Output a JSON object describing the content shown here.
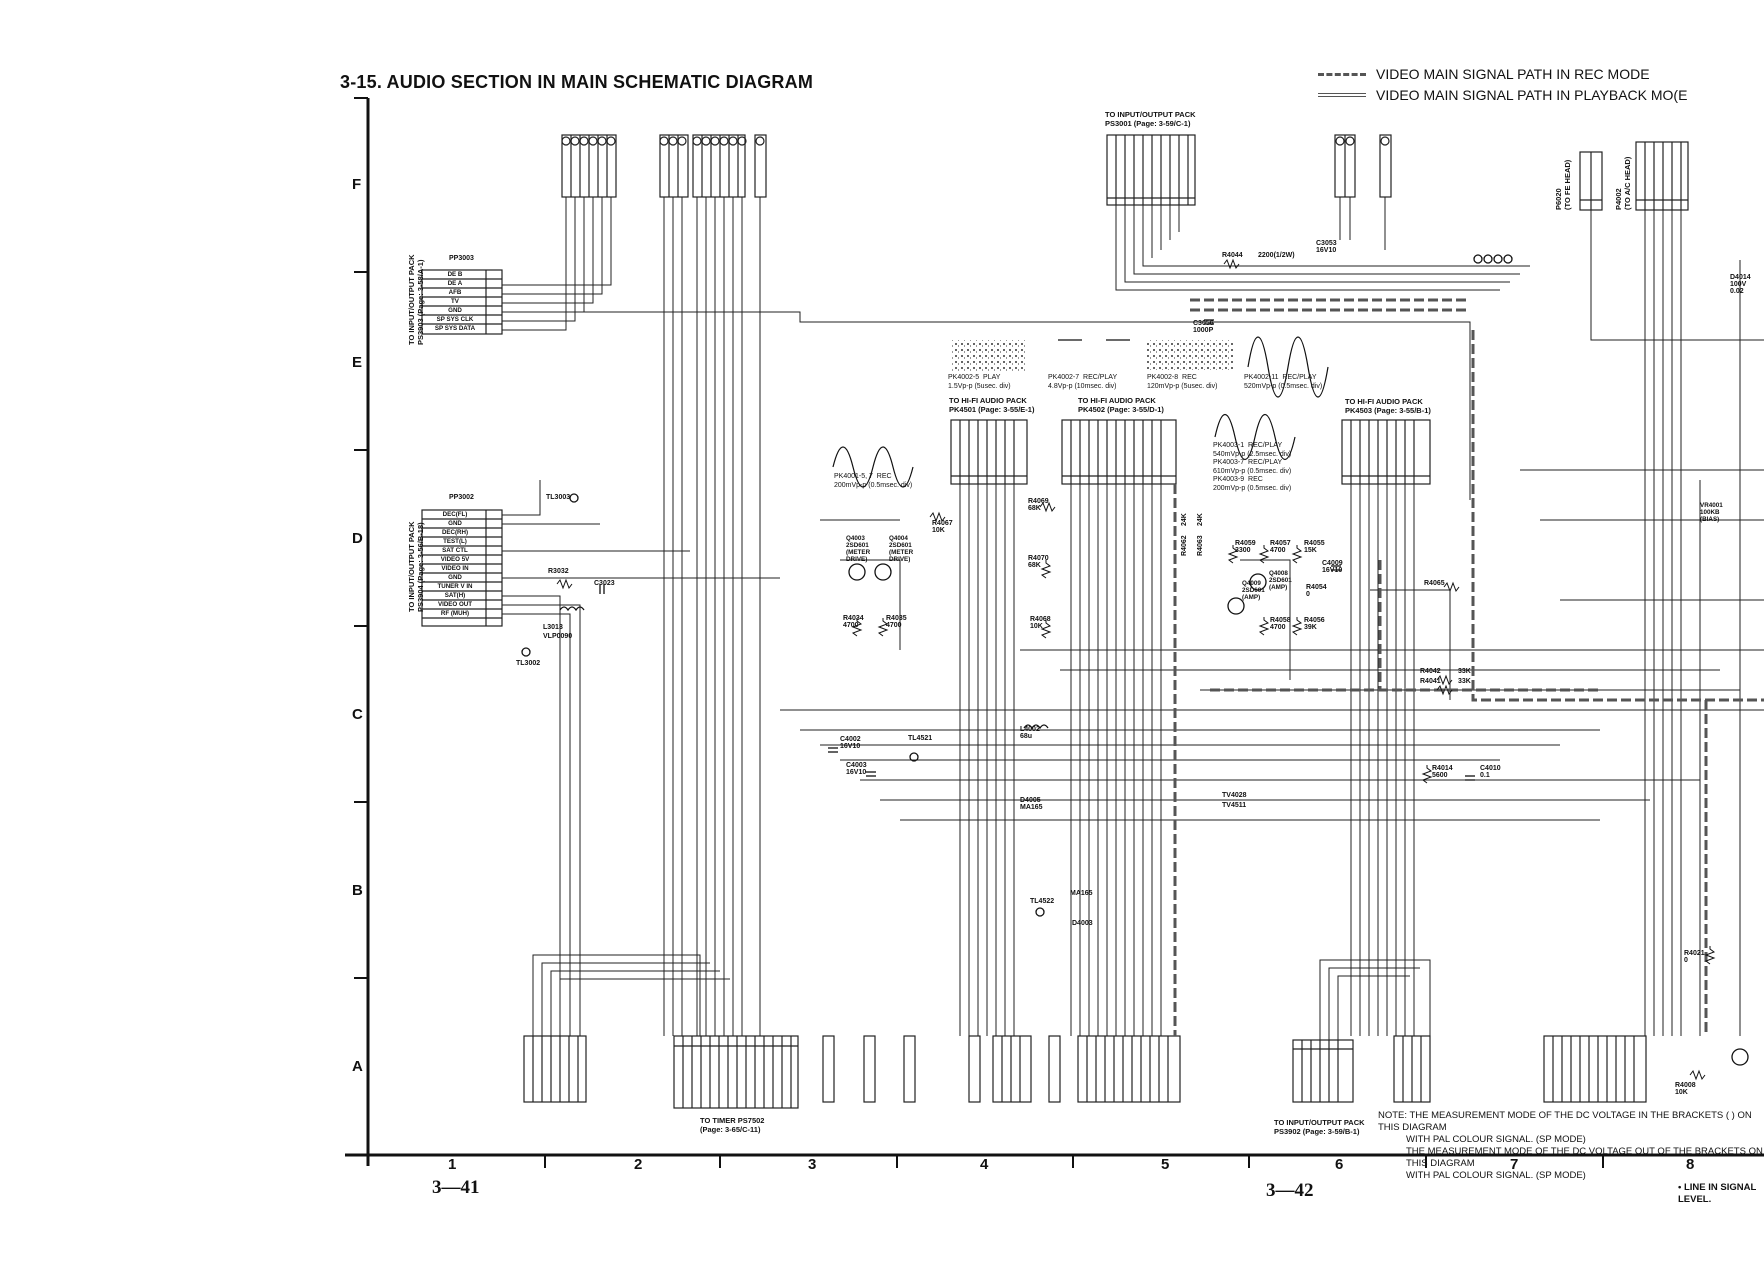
{
  "title": "3-15. AUDIO SECTION IN MAIN SCHEMATIC DIAGRAM",
  "legend": {
    "rec": "VIDEO MAIN SIGNAL PATH IN REC MODE",
    "playback": "VIDEO MAIN SIGNAL PATH IN PLAYBACK MO(E"
  },
  "row_labels": [
    "F",
    "E",
    "D",
    "C",
    "B",
    "A"
  ],
  "column_labels": [
    "1",
    "2",
    "3",
    "4",
    "5",
    "6",
    "7",
    "8"
  ],
  "page_numbers": {
    "left": "3—41",
    "right": "3—42"
  },
  "note": {
    "line1": "NOTE:  THE MEASUREMENT MODE OF THE DC VOLTAGE IN THE BRACKETS (        ) ON THIS DIAGRAM",
    "line2": "WITH PAL COLOUR SIGNAL. (SP MODE)",
    "line3": "THE MEASUREMENT MODE OF THE DC VOLTAGE OUT OF THE BRACKETS ON THIS DIAGRAM",
    "line4": "WITH PAL COLOUR SIGNAL. (SP MODE)",
    "line5": "• LINE IN SIGNAL LEVEL."
  },
  "packs": {
    "pp3003": {
      "label": "TO INPUT/OUTPUT PACK",
      "page": "PS3903 (Page: 3-58/A-1)",
      "name": "PP3003",
      "pins": [
        "DE B",
        "DE A",
        "AFB",
        "TV",
        "GND",
        "SP SYS CLK",
        "SP SYS DATA"
      ]
    },
    "pp3002": {
      "label": "TO INPUT/OUTPUT PACK",
      "page": "PS3904 (Page: 3-56/B-18)",
      "name": "PP3002",
      "pins": [
        "DEC(FL)",
        "GND",
        "DEC(RH)",
        "TEST(L)",
        "SAT CTL",
        "VIDEO 5V",
        "",
        "VIDEO IN",
        "GND",
        "TUNER V IN",
        "SAT(H)",
        "VIDEO OUT",
        "RF (MUH)"
      ]
    },
    "ps3001": {
      "label": "TO INPUT/OUTPUT PACK",
      "page": "PS3001 (Page: 3-59/C-1)"
    },
    "pk4501": {
      "label": "TO HI-FI AUDIO PACK",
      "page": "PK4501 (Page: 3-55/E-1)"
    },
    "pk4502": {
      "label": "TO HI-FI AUDIO PACK",
      "page": "PK4502 (Page: 3-55/D-1)"
    },
    "pk4503": {
      "label": "TO HI-FI AUDIO PACK",
      "page": "PK4503 (Page: 3-55/B-1)"
    },
    "ps7502": {
      "label": "TO TIMER PS7502",
      "page": "(Page: 3-65/C-11)"
    },
    "ps3902": {
      "label": "TO INPUT/OUTPUT PACK",
      "page": "PS3902 (Page: 3-59/B-1)"
    },
    "fe_head": {
      "label": "(TO FE HEAD)",
      "name": "P6020"
    },
    "ac_head": {
      "label": "(TO A/C HEAD)",
      "name": "P4002"
    }
  },
  "waveforms": {
    "w1": {
      "caption": "PK4002-5  PLAY\n1.5Vp-p (5usec. div)"
    },
    "w2": {
      "caption": "PK4002-7  REC/PLAY\n4.8Vp-p (10msec. div)"
    },
    "w3": {
      "caption": "PK4002-8  REC\n120mVp-p (5usec. div)"
    },
    "w4": {
      "caption": "PK4002-11  REC/PLAY\n520mVp-p (0.5msec. div)"
    },
    "w5": {
      "caption": "PK4001-5, 7  REC\n200mVp-p (0.5msec. div)"
    },
    "w6": {
      "caption": "PK4003-1  REC/PLAY\n540mVp-p (2.5msec. div)\nPK4003-7  REC/PLAY\n610mVp-p (0.5msec. div)\nPK4003-9  REC\n200mVp-p (0.5msec. div)"
    }
  },
  "components": {
    "tl3003": "TL3003",
    "tl3002": "TL3002",
    "l3013": "L3013",
    "l3013_val": "VLP0090",
    "r3032": "R3032",
    "c3023": "C3023",
    "q4003": "Q4003\n2SD601\n(METER\nDRIVE)",
    "q4004": "Q4004\n2SD601\n(METER\nDRIVE)",
    "r4034": "R4034\n4700",
    "r4035": "R4035\n4700",
    "r4067": "R4067\n10K",
    "r4069": "R4069\n68K",
    "r4070": "R4070\n68K",
    "r4068": "R4068\n10K",
    "r4059": "R4059\n3300",
    "r4057": "R4057\n4700",
    "r4055": "R4055\n15K",
    "r4058": "R4058\n4700",
    "r4056": "R4056\n39K",
    "q4009": "Q4009\n2SD601\n(AMP)",
    "q4008": "Q4008\n2SD601\n(AMP)",
    "c4009": "C4009\n16V10",
    "r4054": "R4054\n0",
    "c4002": "C4002\n16V10",
    "c4003": "C4003\n16V10",
    "tl4521": "TL4521",
    "l4002": "L4002\n68u",
    "d4005": "D4005\nMA165",
    "tv4028": "TV4028",
    "tv4511": "TV4511",
    "tl4522": "TL4522",
    "d4003": "D4003",
    "ma165": "MA165",
    "r4014": "R4014\n5600",
    "c4010": "C4010\n0.1",
    "r4042": "R4042",
    "r4041": "R4041",
    "v33k1": "33K",
    "v33k2": "33K",
    "r4065": "R4065",
    "r4021": "R4021\n0",
    "r4008": "R4008\n10K",
    "c3053": "C3053\n16V10",
    "r4044": "R4044",
    "r4044_val": "2200(1/2W)",
    "c3056": "C3056\n1000P",
    "d4014": "D4014\n100V\n0.02",
    "vr4001": "VR4001\n100KB\n(BIAS)",
    "r4062": "R4062",
    "r4063": "R4063",
    "v24k1": "24K",
    "v24k2": "24K"
  }
}
